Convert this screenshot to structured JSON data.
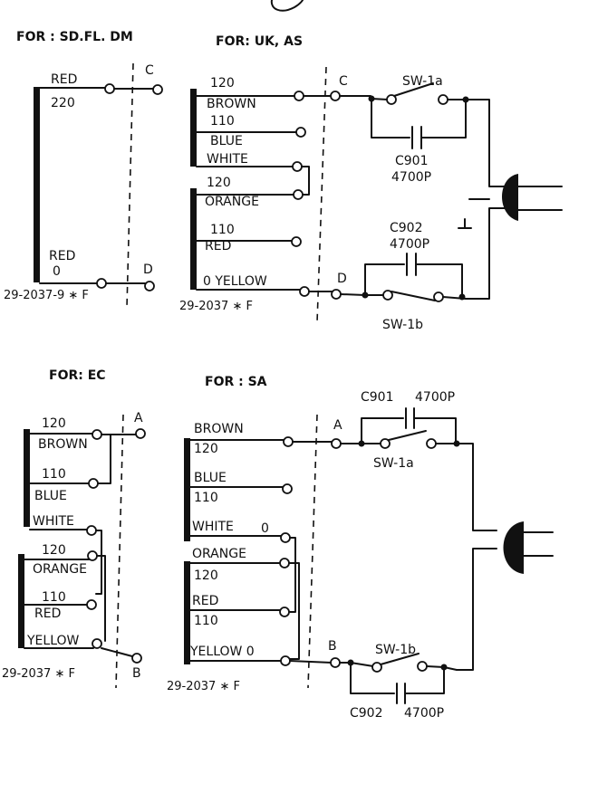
{
  "headings": {
    "sd": "FOR : SD.FL. DM",
    "uk": "FOR: UK, AS",
    "ec": "FOR: EC",
    "sa": "FOR : SA"
  },
  "sd": {
    "top_color": "RED",
    "top_v": "220",
    "top_term": "C",
    "bot_color": "RED",
    "bot_v": "0",
    "bot_term": "D",
    "part": "29-2037-9 ∗ F"
  },
  "uk": {
    "v1": "120",
    "c1": "BROWN",
    "v2": "110",
    "c2": "BLUE",
    "c3": "WHITE",
    "v4": "120",
    "c4": "ORANGE",
    "v5": "110",
    "c5": "RED",
    "c6": "0 YELLOW",
    "term_c": "C",
    "term_d": "D",
    "sw_a": "SW-1a",
    "sw_b": "SW-1b",
    "cap1": "C901",
    "cap1_val": "4700P",
    "cap2": "C902",
    "cap2_val": "4700P",
    "part": "29-2037 ∗ F"
  },
  "ec": {
    "v1": "120",
    "c1": "BROWN",
    "v2": "110",
    "c2": "BLUE",
    "c3": "WHITE",
    "v4": "120",
    "c4": "ORANGE",
    "v5": "110",
    "c5": "RED",
    "c6": "YELLOW",
    "term_a": "A",
    "term_b": "B",
    "part": "29-2037 ∗ F"
  },
  "sa": {
    "c1": "BROWN",
    "v1": "120",
    "c2": "BLUE",
    "v2": "110",
    "c3": "WHITE",
    "n3": "0",
    "c4": "ORANGE",
    "v4": "120",
    "c5": "RED",
    "v5": "110",
    "c6": "YELLOW 0",
    "term_a": "A",
    "term_b": "B",
    "cap1": "C901",
    "cap1_val": "4700P",
    "sw_a": "SW-1a",
    "sw_b": "SW-1b",
    "cap2": "C902",
    "cap2_val": "4700P",
    "part": "29-2037 ∗ F"
  }
}
